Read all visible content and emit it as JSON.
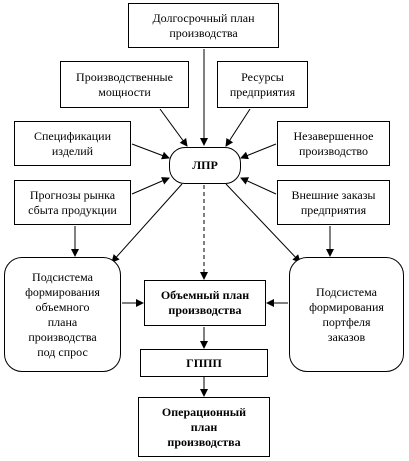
{
  "nodes": {
    "longterm": "Долгосрочный план\nпроизводства",
    "capacity": "Производственные\nмощности",
    "resources": "Ресурсы\nпредприятия",
    "specs": "Спецификации\nизделий",
    "wip": "Незавершенное\nпроизводство",
    "forecast": "Прогнозы рынка\nсбыта продукции",
    "external": "Внешние заказы\nпредприятия",
    "lpr": "ЛПР",
    "sub_left": "Подсистема\nформирования\nобъемного\nплана\nпроизводства\nпод спрос",
    "volume_plan": "Объемный план\nпроизводства",
    "sub_right": "Подсистема\nформирования\nпортфеля\nзаказов",
    "gppp": "ГППП",
    "operational": "Операционный\nплан\nпроизводства"
  }
}
